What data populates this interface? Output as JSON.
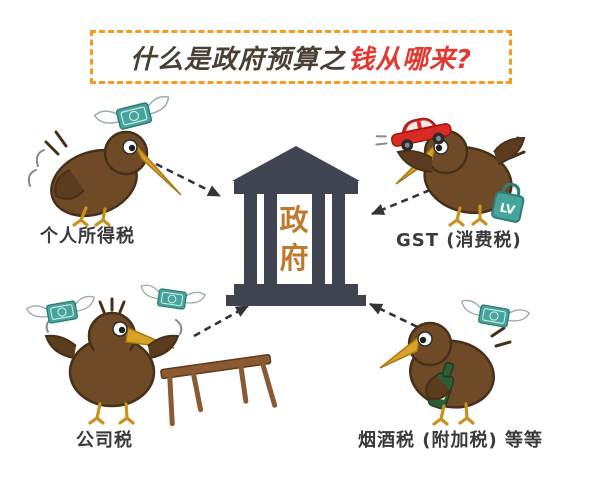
{
  "title": {
    "prefix": "什么是政府预算之",
    "highlight": "钱从哪来?"
  },
  "building": {
    "label": "政府"
  },
  "labels": {
    "personal_income_tax": "个人所得税",
    "gst": "GST (消费税)",
    "company_tax": "公司税",
    "excise_tax": "烟酒税 (附加税) 等等"
  },
  "icons": {
    "lv_bag_label": "LV",
    "money": "money-with-wings",
    "car": "red-car",
    "bottle": "liquor-bottle",
    "table": "wooden-table",
    "building": "government-building",
    "character": "kiwi-bird"
  },
  "colors": {
    "title_border": "#f59b22",
    "title_text": "#4a3f35",
    "title_highlight": "#e2382f",
    "building": "#3f4450",
    "building_label": "#bf7a2e",
    "kiwi_brown": "#6e4a27",
    "beak_gold": "#d9a226",
    "money_teal": "#45a49c",
    "car_red": "#d92b23",
    "bottle_green": "#2f5c34",
    "arrow": "#333333",
    "label_text": "#3a3a3a"
  }
}
